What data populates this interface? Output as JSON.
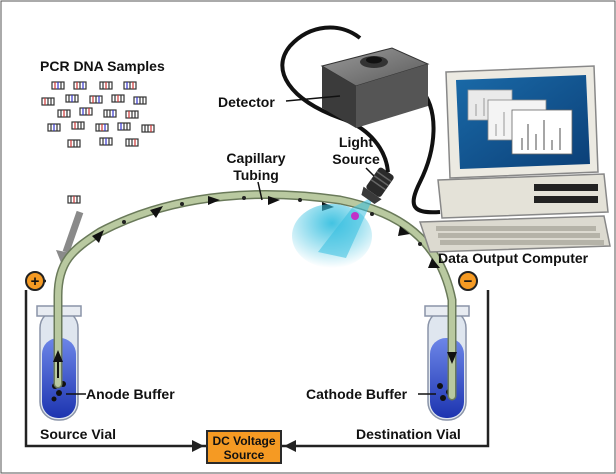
{
  "labels": {
    "pcr_samples": "PCR DNA Samples",
    "detector": "Detector",
    "light_source_line1": "Light",
    "light_source_line2": "Source",
    "capillary_line1": "Capillary",
    "capillary_line2": "Tubing",
    "data_output_computer": "Data Output Computer",
    "anode_buffer": "Anode Buffer",
    "cathode_buffer": "Cathode Buffer",
    "source_vial": "Source Vial",
    "destination_vial": "Destination Vial",
    "dc_voltage_line1": "DC Voltage",
    "dc_voltage_line2": "Source",
    "anode_sign": "+",
    "cathode_sign": "−"
  },
  "colors": {
    "capillary": "#b9c9a0",
    "buffer_blue": "#2c48c8",
    "light_beam": "#38c0e0",
    "dc_source": "#f59a23",
    "positive_terminal": "#f59a23",
    "negative_terminal": "#f59a23"
  }
}
